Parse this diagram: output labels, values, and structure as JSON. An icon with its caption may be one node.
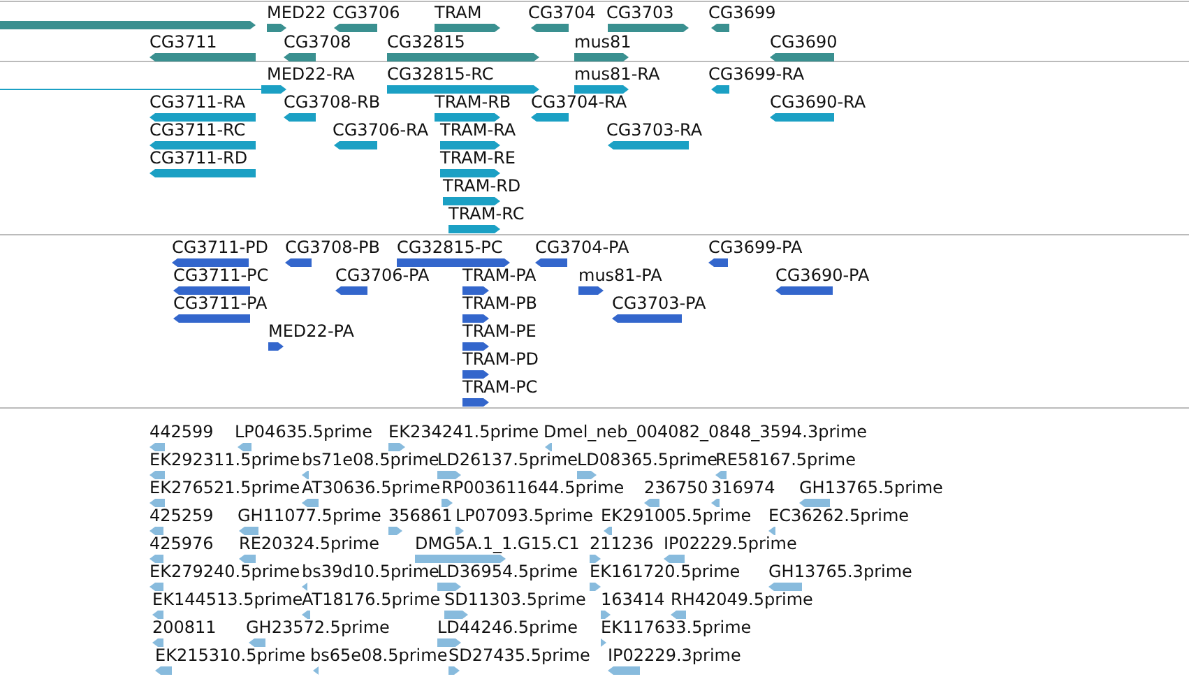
{
  "diagram": {
    "labels": [
      "MED22",
      "CG3706",
      "TRAM",
      "CG3704",
      "CG3703",
      "CG3699",
      "CG3711",
      "CG3708",
      "CG32815",
      "mus81",
      "CG3690",
      "MED22-RA",
      "CG32815-RC",
      "mus81-RA",
      "CG3699-RA",
      "CG3711-RA",
      "CG3708-RB",
      "TRAM-RB",
      "CG3704-RA",
      "CG3690-RA",
      "CG3711-RC",
      "CG3706-RA",
      "TRAM-RA",
      "CG3703-RA",
      "CG3711-RD",
      "TRAM-RE",
      "TRAM-RD",
      "TRAM-RC",
      "CG3711-PD",
      "CG3708-PB",
      "CG32815-PC",
      "CG3704-PA",
      "CG3699-PA",
      "CG3711-PC",
      "CG3706-PA",
      "TRAM-PA",
      "mus81-PA",
      "CG3690-PA",
      "CG3711-PA",
      "TRAM-PB",
      "CG3703-PA",
      "MED22-PA",
      "TRAM-PE",
      "TRAM-PD",
      "TRAM-PC",
      "442599",
      "LP04635.5prime",
      "EK234241.5prime",
      "Dmel_neb_004082_0848_3594.3prime",
      "EK292311.5prime",
      "bs71e08.5prime",
      "LD26137.5prime",
      "LD08365.5prime",
      "RE58167.5prime",
      "EK276521.5prime",
      "AT30636.5prime",
      "RP003611644.5prime",
      "236750",
      "316974",
      "GH13765.5prime",
      "425259",
      "GH11077.5prime",
      "356861",
      "LP07093.5prime",
      "EK291005.5prime",
      "EC36262.5prime",
      "425976",
      "RE20324.5prime",
      "DMG5A.1_1.G15.C1",
      "211236",
      "IP02229.5prime",
      "EK279240.5prime",
      "bs39d10.5prime",
      "LD36954.5prime",
      "EK161720.5prime",
      "GH13765.3prime",
      "EK144513.5prime",
      "AT18176.5prime",
      "SD11303.5prime",
      "163414",
      "RH42049.5prime",
      "200811",
      "GH23572.5prime",
      "LD44246.5prime",
      "EK117633.5prime",
      "EK215310.5prime",
      "bs65e08.5prime",
      "SD27435.5prime",
      "IP02229.3prime"
    ]
  }
}
